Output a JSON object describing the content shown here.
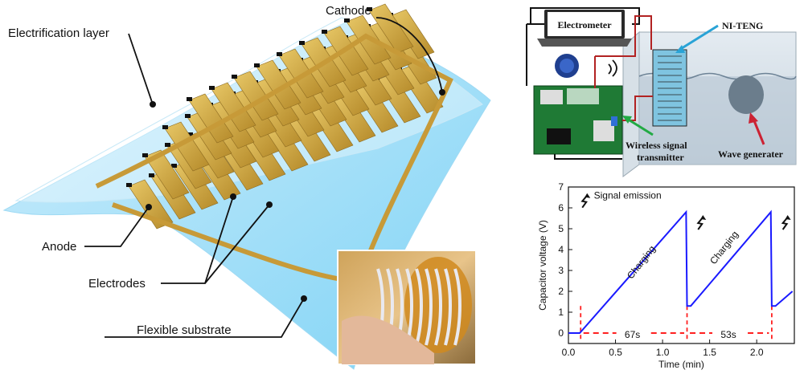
{
  "left_diagram": {
    "labels": {
      "electrification_layer": "Electrification layer",
      "cathode": "Cathode",
      "anode": "Anode",
      "electrodes": "Electrodes",
      "flexible_substrate": "Flexible  substrate"
    }
  },
  "setup_diagram": {
    "electrometer": "Electrometer",
    "ni_teng": "NI-TENG",
    "wireless_signal_transmitter": "Wireless  signal\ntransmitter",
    "wave_generator": "Wave generater",
    "colors": {
      "wire_red": "#b22222",
      "wire_black": "#111111",
      "arrow_blue": "#29a3d6",
      "arrow_green": "#22aa44"
    }
  },
  "chart_data": {
    "type": "line",
    "title": "",
    "xlabel": "Time (min)",
    "ylabel": "Capacitor voltage (V)",
    "xlim": [
      0,
      2.4
    ],
    "ylim": [
      -0.5,
      7
    ],
    "xticks": [
      "0.0",
      "0.5",
      "1.0",
      "1.5",
      "2.0"
    ],
    "yticks": [
      "0",
      "1",
      "2",
      "3",
      "4",
      "5",
      "6",
      "7"
    ],
    "legend": "Signal emission",
    "series": [
      {
        "color": "#1a1aff",
        "x": [
          0.0,
          0.12,
          1.25,
          1.26,
          1.3,
          2.15,
          2.16,
          2.2,
          2.38
        ],
        "y": [
          0.0,
          0.0,
          5.8,
          1.3,
          1.3,
          5.8,
          1.3,
          1.3,
          2.0
        ]
      }
    ],
    "annotations": [
      {
        "text": "Charging",
        "x": 0.8,
        "y": 3.3
      },
      {
        "text": "Charging",
        "x": 1.68,
        "y": 4.0
      },
      {
        "text": "67s",
        "x": 0.68,
        "y": 0.0
      },
      {
        "text": "53s",
        "x": 1.7,
        "y": 0.0
      }
    ],
    "markers_x": [
      0.13,
      1.26,
      2.16
    ],
    "dash_color": "#ff2020"
  }
}
